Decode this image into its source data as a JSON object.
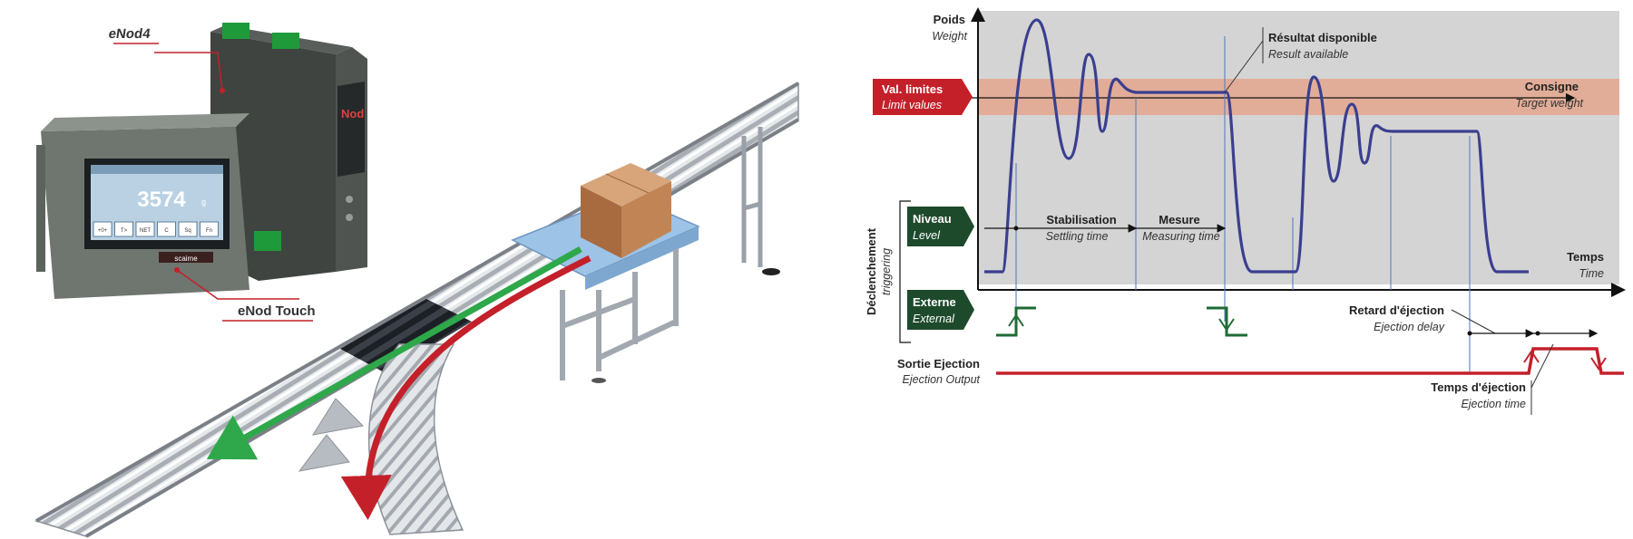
{
  "left_figure": {
    "enod4_label": "eNod4",
    "enod_touch_label": "eNod Touch",
    "device_brand": "Nod",
    "display": {
      "reading": "3574",
      "unit": "g",
      "footer_brand": "scaime",
      "key_labels": [
        "+0+",
        "T>",
        "NET",
        "C",
        "Sq",
        "Fn"
      ]
    }
  },
  "diagram": {
    "y_axis": {
      "label": "Poids",
      "label_en": "Weight"
    },
    "x_axis": {
      "label": "Temps",
      "label_en": "Time"
    },
    "result": {
      "label": "Résultat disponible",
      "label_en": "Result available"
    },
    "target": {
      "label": "Consigne",
      "label_en": "Target weight"
    },
    "limit_values": {
      "label": "Val. limites",
      "label_en": "Limit values"
    },
    "settling": {
      "label": "Stabilisation",
      "label_en": "Settling time"
    },
    "measuring": {
      "label": "Mesure",
      "label_en": "Measuring time"
    },
    "triggering": {
      "label": "Déclenchement",
      "label_en": "triggering"
    },
    "level": {
      "label": "Niveau",
      "label_en": "Level"
    },
    "external": {
      "label": "Externe",
      "label_en": "External"
    },
    "ejection_delay": {
      "label": "Retard d'éjection",
      "label_en": "Ejection delay"
    },
    "ejection_output": {
      "label": "Sortie Ejection",
      "label_en": "Ejection Output"
    },
    "ejection_time": {
      "label": "Temps d'éjection",
      "label_en": "Ejection time"
    },
    "colors": {
      "signal": "#3a3f8f",
      "band": "#e2ad98",
      "plot_bg": "#d4d4d4",
      "red_tag": "#c4202a",
      "green_tag": "#1e4a2c",
      "output_red": "#c4202a",
      "trigger_green": "#1e6b34"
    }
  }
}
